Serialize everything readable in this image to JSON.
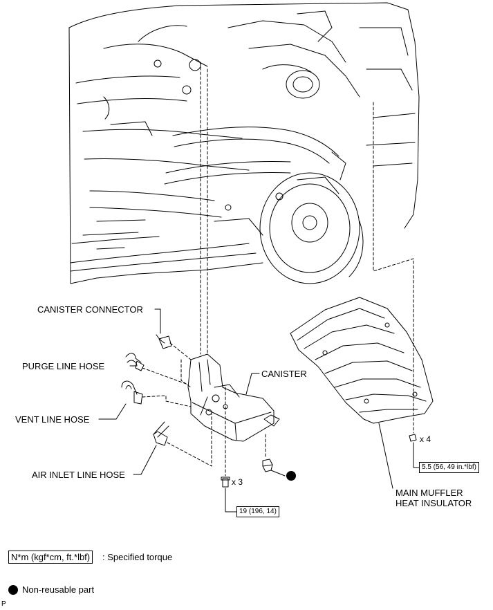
{
  "labels": {
    "canister_connector": "CANISTER CONNECTOR",
    "purge_line_hose": "PURGE LINE HOSE",
    "vent_line_hose": "VENT LINE HOSE",
    "air_inlet_line_hose": "AIR INLET LINE HOSE",
    "canister": "CANISTER",
    "main_muffler_line1": "MAIN MUFFLER",
    "main_muffler_line2": "HEAT INSULATOR"
  },
  "quantities": {
    "canister_bolts": "x 3",
    "insulator_nuts": "x 4"
  },
  "torques": {
    "canister_bolt": "19 (196, 14)",
    "insulator_nut": "5.5 (56, 49 in.*lbf)"
  },
  "legend": {
    "torque_units": "N*m (kgf*cm, ft.*lbf)",
    "torque_desc": ": Specified torque",
    "nonreusable_desc": "Non-reusable part"
  },
  "footer_code": "P"
}
